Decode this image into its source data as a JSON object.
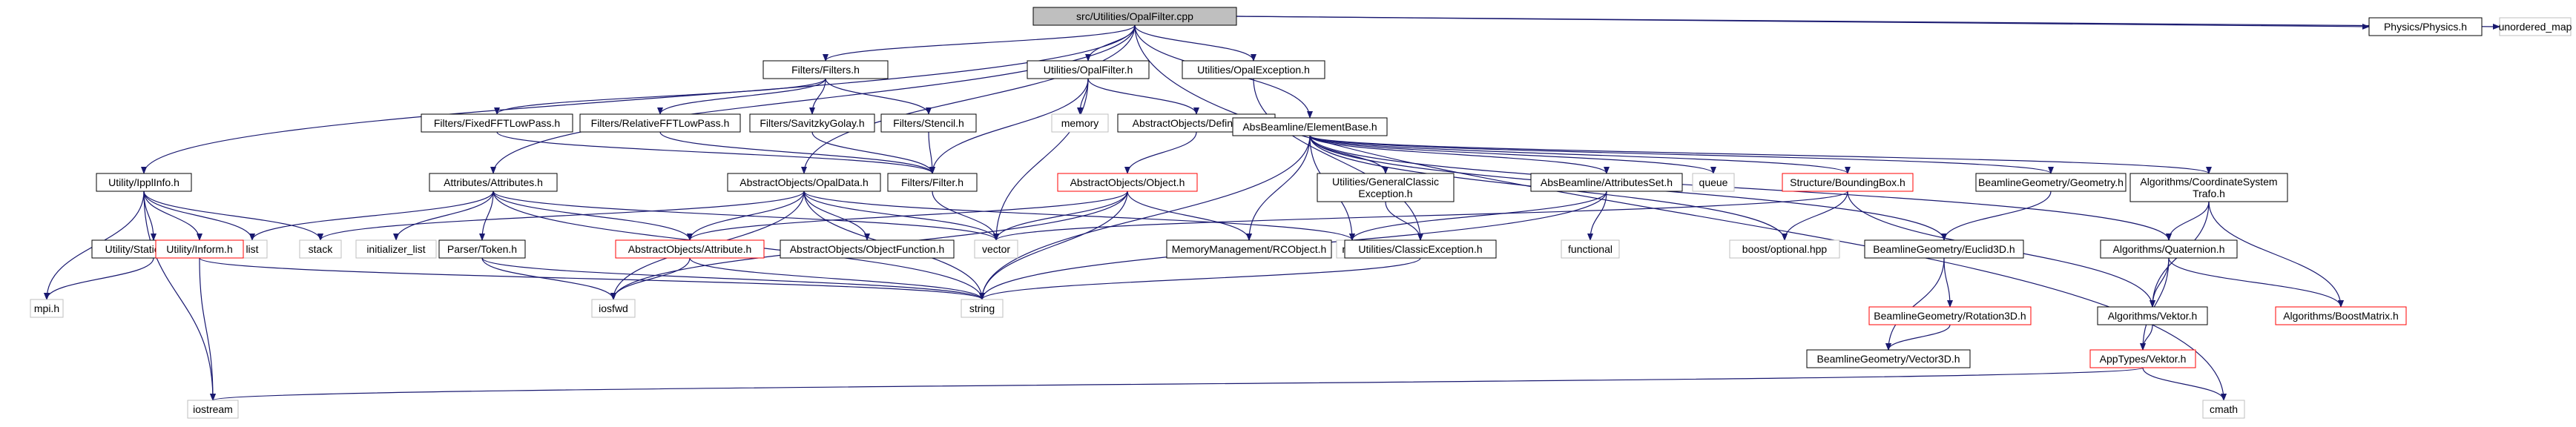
{
  "colors": {
    "edge": "#191970",
    "border_normal": "#000000",
    "border_missing": "#bfbfbf",
    "border_red": "#ff0000",
    "root_fill": "#bfbfbf",
    "text": "#000000"
  },
  "nodes": [
    {
      "id": "root",
      "label": "src/Utilities/OpalFilter.cpp",
      "kind": "root"
    },
    {
      "id": "filters",
      "label": "Filters/Filters.h",
      "kind": "normal"
    },
    {
      "id": "opalfilter",
      "label": "Utilities/OpalFilter.h",
      "kind": "normal"
    },
    {
      "id": "opalexc",
      "label": "Utilities/OpalException.h",
      "kind": "normal"
    },
    {
      "id": "physics",
      "label": "Physics/Physics.h",
      "kind": "normal"
    },
    {
      "id": "umap",
      "label": "unordered_map",
      "kind": "missing"
    },
    {
      "id": "fixedfft",
      "label": "Filters/FixedFFTLowPass.h",
      "kind": "normal"
    },
    {
      "id": "relfft",
      "label": "Filters/RelativeFFTLowPass.h",
      "kind": "normal"
    },
    {
      "id": "savgol",
      "label": "Filters/SavitzkyGolay.h",
      "kind": "normal"
    },
    {
      "id": "stencil",
      "label": "Filters/Stencil.h",
      "kind": "normal"
    },
    {
      "id": "memory",
      "label": "memory",
      "kind": "missing"
    },
    {
      "id": "definition",
      "label": "AbstractObjects/Definition.h",
      "kind": "normal"
    },
    {
      "id": "elementbase",
      "label": "AbsBeamline/ElementBase.h",
      "kind": "normal"
    },
    {
      "id": "ippl",
      "label": "Utility/IpplInfo.h",
      "kind": "normal"
    },
    {
      "id": "attributes",
      "label": "Attributes/Attributes.h",
      "kind": "normal"
    },
    {
      "id": "opaldata",
      "label": "AbstractObjects/OpalData.h",
      "kind": "normal"
    },
    {
      "id": "filter",
      "label": "Filters/Filter.h",
      "kind": "normal"
    },
    {
      "id": "object",
      "label": "AbstractObjects/Object.h",
      "kind": "red"
    },
    {
      "id": "genclassic",
      "label": "Utilities/GeneralClassic\nException.h",
      "kind": "normal"
    },
    {
      "id": "attrset",
      "label": "AbsBeamline/AttributesSet.h",
      "kind": "normal"
    },
    {
      "id": "queue",
      "label": "queue",
      "kind": "missing"
    },
    {
      "id": "bbox",
      "label": "Structure/BoundingBox.h",
      "kind": "red"
    },
    {
      "id": "geometry",
      "label": "BeamlineGeometry/Geometry.h",
      "kind": "normal"
    },
    {
      "id": "coordtrafo",
      "label": "Algorithms/CoordinateSystem\nTrafo.h",
      "kind": "normal"
    },
    {
      "id": "list",
      "label": "list",
      "kind": "missing"
    },
    {
      "id": "stack",
      "label": "stack",
      "kind": "missing"
    },
    {
      "id": "initlist",
      "label": "initializer_list",
      "kind": "missing"
    },
    {
      "id": "vector",
      "label": "vector",
      "kind": "missing"
    },
    {
      "id": "map",
      "label": "map",
      "kind": "missing"
    },
    {
      "id": "objfunc",
      "label": "AbstractObjects/ObjectFunction.h",
      "kind": "normal"
    },
    {
      "id": "rcobject",
      "label": "MemoryManagement/RCObject.h",
      "kind": "normal"
    },
    {
      "id": "classicexc",
      "label": "Utilities/ClassicException.h",
      "kind": "normal"
    },
    {
      "id": "functional",
      "label": "functional",
      "kind": "missing"
    },
    {
      "id": "boostopt",
      "label": "boost/optional.hpp",
      "kind": "missing"
    },
    {
      "id": "euclid",
      "label": "BeamlineGeometry/Euclid3D.h",
      "kind": "normal"
    },
    {
      "id": "quaternion",
      "label": "Algorithms/Quaternion.h",
      "kind": "normal"
    },
    {
      "id": "staticippl",
      "label": "Utility/StaticIpplInfo.h",
      "kind": "normal"
    },
    {
      "id": "inform",
      "label": "Utility/Inform.h",
      "kind": "red"
    },
    {
      "id": "parsertoken",
      "label": "Parser/Token.h",
      "kind": "normal"
    },
    {
      "id": "attribute",
      "label": "AbstractObjects/Attribute.h",
      "kind": "red"
    },
    {
      "id": "rotation",
      "label": "BeamlineGeometry/Rotation3D.h",
      "kind": "red"
    },
    {
      "id": "algvektor",
      "label": "Algorithms/Vektor.h",
      "kind": "normal"
    },
    {
      "id": "boostmatrix",
      "label": "Algorithms/BoostMatrix.h",
      "kind": "red"
    },
    {
      "id": "mpi",
      "label": "mpi.h",
      "kind": "missing"
    },
    {
      "id": "iosfwd",
      "label": "iosfwd",
      "kind": "missing"
    },
    {
      "id": "string",
      "label": "string",
      "kind": "missing"
    },
    {
      "id": "vector3d",
      "label": "BeamlineGeometry/Vector3D.h",
      "kind": "normal"
    },
    {
      "id": "appvektor",
      "label": "AppTypes/Vektor.h",
      "kind": "red"
    },
    {
      "id": "iostream",
      "label": "iostream",
      "kind": "missing"
    },
    {
      "id": "cmath",
      "label": "cmath",
      "kind": "missing"
    }
  ],
  "edges": [
    [
      "root",
      "filters"
    ],
    [
      "root",
      "opalfilter"
    ],
    [
      "root",
      "opalexc"
    ],
    [
      "root",
      "physics"
    ],
    [
      "root",
      "umap"
    ],
    [
      "root",
      "ippl"
    ],
    [
      "root",
      "attributes"
    ],
    [
      "root",
      "opaldata"
    ],
    [
      "root",
      "elementbase"
    ],
    [
      "root",
      "cmath"
    ],
    [
      "filters",
      "fixedfft"
    ],
    [
      "filters",
      "relfft"
    ],
    [
      "filters",
      "savgol"
    ],
    [
      "filters",
      "stencil"
    ],
    [
      "fixedfft",
      "filter"
    ],
    [
      "relfft",
      "filter"
    ],
    [
      "savgol",
      "filter"
    ],
    [
      "stencil",
      "filter"
    ],
    [
      "opalfilter",
      "memory"
    ],
    [
      "opalfilter",
      "definition"
    ],
    [
      "opalfilter",
      "filter"
    ],
    [
      "opalfilter",
      "vector"
    ],
    [
      "definition",
      "object"
    ],
    [
      "opalexc",
      "classicexc"
    ],
    [
      "filter",
      "vector"
    ],
    [
      "ippl",
      "list"
    ],
    [
      "ippl",
      "staticippl"
    ],
    [
      "ippl",
      "inform"
    ],
    [
      "ippl",
      "mpi"
    ],
    [
      "ippl",
      "iostream"
    ],
    [
      "ippl",
      "stack"
    ],
    [
      "staticippl",
      "mpi"
    ],
    [
      "inform",
      "iostream"
    ],
    [
      "inform",
      "string"
    ],
    [
      "attributes",
      "list"
    ],
    [
      "attributes",
      "initlist"
    ],
    [
      "attributes",
      "parsertoken"
    ],
    [
      "attributes",
      "attribute"
    ],
    [
      "attributes",
      "string"
    ],
    [
      "attributes",
      "vector"
    ],
    [
      "parsertoken",
      "iosfwd"
    ],
    [
      "parsertoken",
      "string"
    ],
    [
      "opaldata",
      "stack"
    ],
    [
      "opaldata",
      "vector"
    ],
    [
      "opaldata",
      "map"
    ],
    [
      "opaldata",
      "string"
    ],
    [
      "opaldata",
      "attribute"
    ],
    [
      "opaldata",
      "objfunc"
    ],
    [
      "opaldata",
      "iosfwd"
    ],
    [
      "attribute",
      "iosfwd"
    ],
    [
      "attribute",
      "string"
    ],
    [
      "object",
      "attribute"
    ],
    [
      "object",
      "vector"
    ],
    [
      "object",
      "string"
    ],
    [
      "object",
      "rcobject"
    ],
    [
      "object",
      "iosfwd"
    ],
    [
      "elementbase",
      "genclassic"
    ],
    [
      "elementbase",
      "attrset"
    ],
    [
      "elementbase",
      "queue"
    ],
    [
      "elementbase",
      "bbox"
    ],
    [
      "elementbase",
      "geometry"
    ],
    [
      "elementbase",
      "coordtrafo"
    ],
    [
      "elementbase",
      "map"
    ],
    [
      "elementbase",
      "rcobject"
    ],
    [
      "elementbase",
      "boostopt"
    ],
    [
      "elementbase",
      "euclid"
    ],
    [
      "elementbase",
      "string"
    ],
    [
      "elementbase",
      "quaternion"
    ],
    [
      "genclassic",
      "classicexc"
    ],
    [
      "classicexc",
      "string"
    ],
    [
      "attrset",
      "map"
    ],
    [
      "attrset",
      "functional"
    ],
    [
      "attrset",
      "string"
    ],
    [
      "bbox",
      "vector"
    ],
    [
      "bbox",
      "boostopt"
    ],
    [
      "bbox",
      "algvektor"
    ],
    [
      "geometry",
      "euclid"
    ],
    [
      "euclid",
      "rotation"
    ],
    [
      "euclid",
      "vector3d"
    ],
    [
      "rotation",
      "vector3d"
    ],
    [
      "coordtrafo",
      "quaternion"
    ],
    [
      "coordtrafo",
      "algvektor"
    ],
    [
      "coordtrafo",
      "boostmatrix"
    ],
    [
      "quaternion",
      "algvektor"
    ],
    [
      "quaternion",
      "appvektor"
    ],
    [
      "quaternion",
      "boostmatrix"
    ],
    [
      "algvektor",
      "appvektor"
    ],
    [
      "appvektor",
      "iostream"
    ],
    [
      "appvektor",
      "cmath"
    ]
  ]
}
